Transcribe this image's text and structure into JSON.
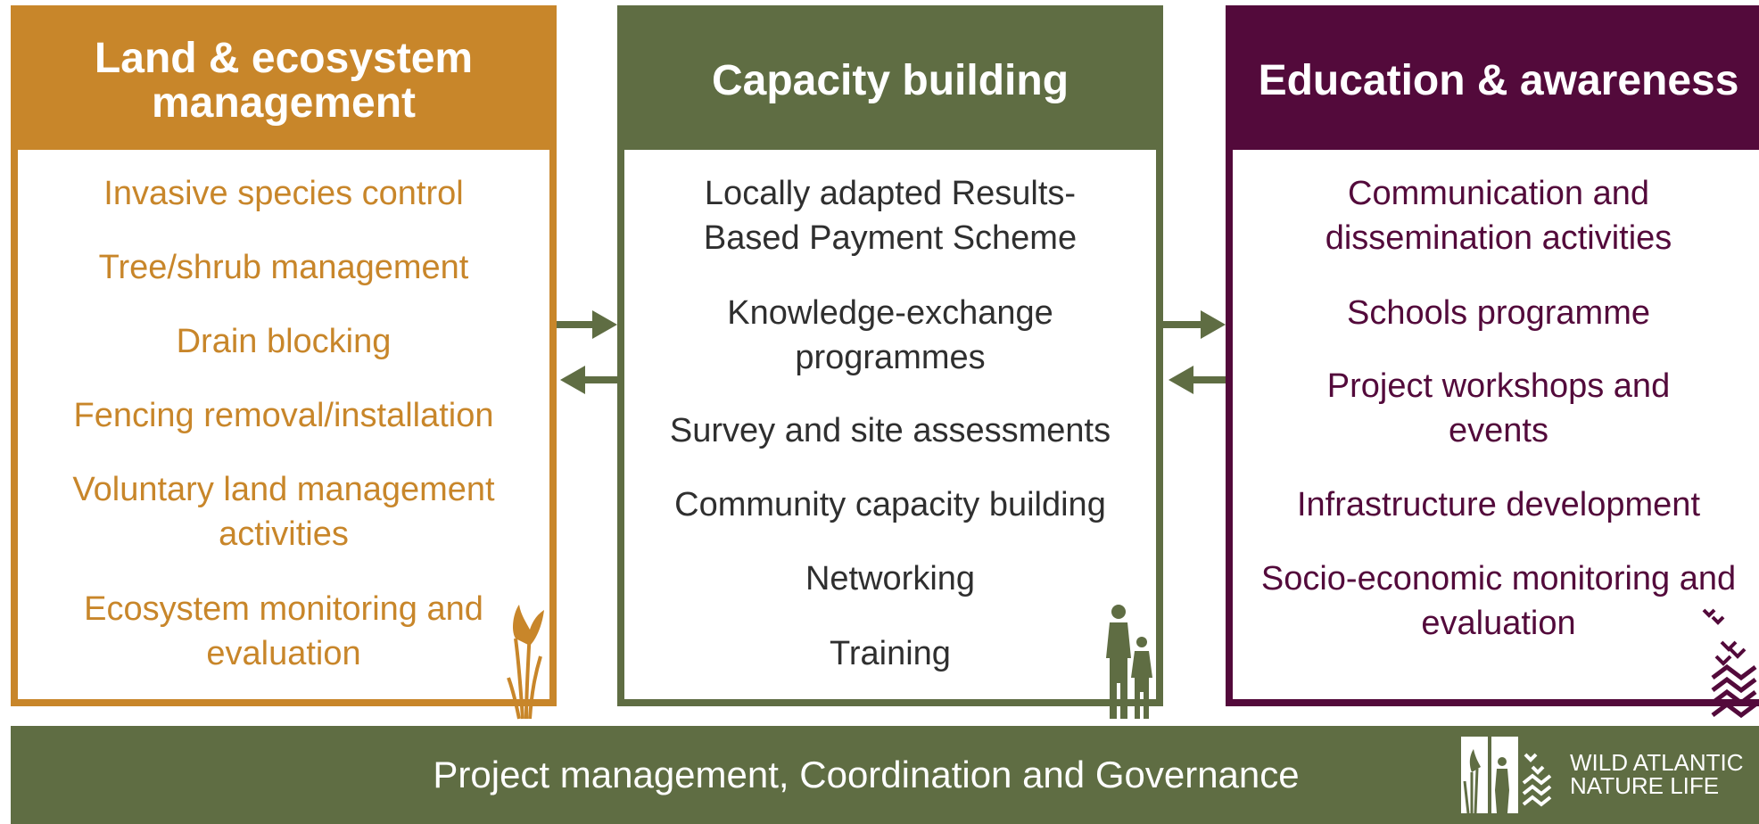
{
  "columns": [
    {
      "title": "Land & ecosystem management",
      "items": [
        "Invasive species control",
        "Tree/shrub management",
        "Drain blocking",
        "Fencing removal/installation",
        "Voluntary land management activities",
        "Ecosystem monitoring and evaluation"
      ]
    },
    {
      "title": "Capacity building",
      "items": [
        "Locally adapted Results-Based Payment Scheme",
        "Knowledge-exchange programmes",
        "Survey and site assessments",
        "Community capacity building",
        "Networking",
        "Training"
      ]
    },
    {
      "title": "Education & awareness",
      "items": [
        "Communication and dissemination activities",
        "Schools programme",
        "Project workshops and events",
        "Infrastructure development",
        "Socio-economic monitoring and evaluation"
      ]
    }
  ],
  "bottom_bar": {
    "label": "Project management, Coordination and Governance"
  },
  "logo": {
    "line1": "WILD ATLANTIC",
    "line2": "NATURE LIFE"
  },
  "icons": {
    "column1": "grass-tuft-icon",
    "column2": "family-silhouette-icon",
    "column3": "bird-flock-icon",
    "arrows": "bidirectional-arrow-icon"
  },
  "colors": {
    "land": "#c8862a",
    "capacity": "#5f6d43",
    "education": "#530a3b"
  }
}
